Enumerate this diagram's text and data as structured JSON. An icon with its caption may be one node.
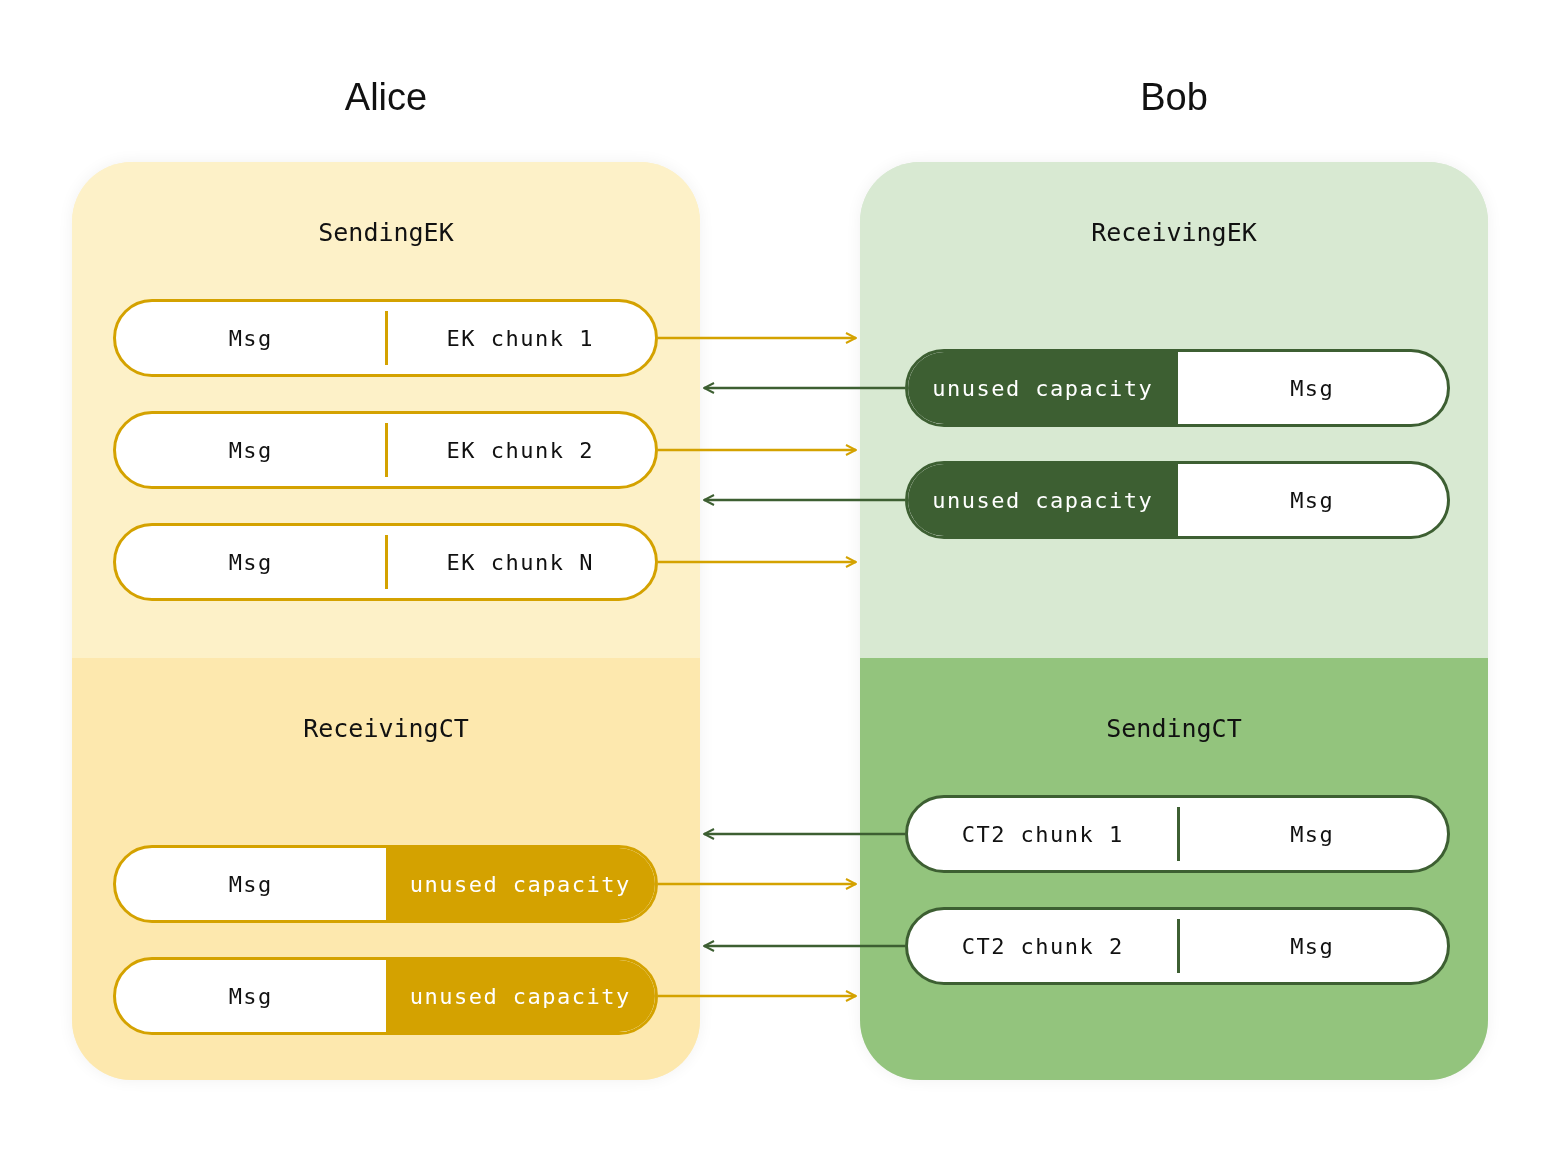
{
  "diagram": {
    "nodes": [
      {
        "text": [
          "Alice"
        ]
      },
      {
        "text": [
          "SendingEK"
        ],
        "in": 0
      },
      {
        "text": [
          "Msg",
          "EK chunk 1"
        ],
        "in": 1
      },
      {
        "text": [
          "Msg",
          "EK chunk 2"
        ],
        "in": 1
      },
      {
        "text": [
          "Msg",
          "EK chunk N"
        ],
        "in": 1
      },
      {
        "text": [
          "ReceivingCT"
        ],
        "in": 0
      },
      {
        "text": [
          "Msg",
          "unused capacity"
        ],
        "in": 5
      },
      {
        "text": [
          "Msg",
          "unused capacity"
        ],
        "in": 5
      },
      {
        "text": [
          "Bob"
        ]
      },
      {
        "text": [
          "ReceivingEK"
        ],
        "in": 8
      },
      {
        "text": [
          "unused capacity",
          "Msg"
        ],
        "in": 9
      },
      {
        "text": [
          "unused capacity",
          "Msg"
        ],
        "in": 9
      },
      {
        "text": [
          "SendingCT"
        ],
        "in": 8
      },
      {
        "text": [
          "CT2 chunk 1",
          "Msg"
        ],
        "in": 12
      },
      {
        "text": [
          "CT2 chunk 2",
          "Msg"
        ],
        "in": 12
      }
    ],
    "edges": [
      {
        "from": 2,
        "to": 9,
        "arrow": "to"
      },
      {
        "from": 10,
        "to": 1,
        "arrow": "to",
        "color": "#3d5f32"
      },
      {
        "from": 3,
        "to": 9,
        "arrow": "to"
      },
      {
        "from": 11,
        "to": 1,
        "arrow": "to",
        "color": "#3d5f32"
      },
      {
        "from": 4,
        "to": 9,
        "arrow": "to"
      },
      {
        "from": 13,
        "to": 5,
        "arrow": "to",
        "color": "#3d5f32"
      },
      {
        "from": 6,
        "to": 12,
        "arrow": "to"
      },
      {
        "from": 14,
        "to": 5,
        "arrow": "to",
        "color": "#3d5f32"
      },
      {
        "from": 7,
        "to": 12,
        "arrow": "to"
      }
    ]
  }
}
